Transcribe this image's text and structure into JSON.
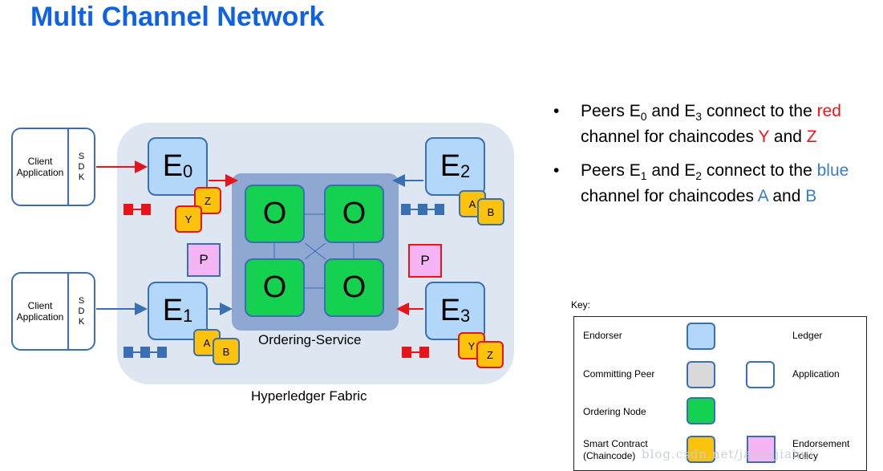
{
  "title": "Multi Channel Network",
  "network": {
    "fabric_label": "Hyperledger Fabric",
    "ordering_label": "Ordering-Service",
    "clients": [
      {
        "label": "Client Application",
        "sdk": "S\nD\nK"
      },
      {
        "label": "Client Application",
        "sdk": "S\nD\nK"
      }
    ],
    "peers": [
      {
        "letter": "E",
        "sub": "0"
      },
      {
        "letter": "E",
        "sub": "1"
      },
      {
        "letter": "E",
        "sub": "2"
      },
      {
        "letter": "E",
        "sub": "3"
      }
    ],
    "ordering_nodes": [
      "O",
      "O",
      "O",
      "O"
    ],
    "chaincodes": {
      "e0": [
        "Z",
        "Y"
      ],
      "e1": [
        "A",
        "B"
      ],
      "e2": [
        "A",
        "B"
      ],
      "e3": [
        "Y",
        "Z"
      ]
    },
    "policy": "P",
    "colors": {
      "red_channel": "#e8141a",
      "blue_channel": "#3a6fb3",
      "peer_fill": "#b3d7f8",
      "orderer_fill": "#14d14f",
      "chaincode_fill": "#fdc20b",
      "policy_fill": "#f5b4f3"
    }
  },
  "bullets": [
    {
      "bullet": "•",
      "p1": "Peers E",
      "s1": "0",
      "p2": " and E",
      "s2": "3",
      "p3": " connect to the ",
      "color_word": "red",
      "p4": " channel for chaincodes ",
      "cc1": "Y",
      "p5": " and ",
      "cc2": "Z"
    },
    {
      "bullet": "•",
      "p1": "Peers E",
      "s1": "1",
      "p2": " and E",
      "s2": "2",
      "p3": " connect to the ",
      "color_word": "blue",
      "p4": " channel for chaincodes ",
      "cc1": "A",
      "p5": " and ",
      "cc2": "B"
    }
  ],
  "key": {
    "title": "Key:",
    "endorser": "Endorser",
    "ledger": "Ledger",
    "committing_peer": "Committing Peer",
    "application": "Application",
    "ordering_node": "Ordering Node",
    "smart_contract": "Smart Contract\n(Chaincode)",
    "endorsement_policy": "Endorsement\nPolicy"
  },
  "watermark": "blog.csdn.net/jasonjiahui"
}
